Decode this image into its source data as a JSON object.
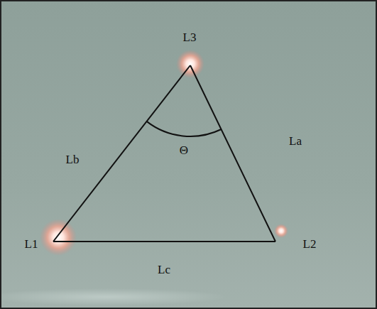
{
  "diagram": {
    "labels": [
      "L3",
      "Lb",
      "Θ",
      "La",
      "L1",
      "L2",
      "Lc"
    ]
  }
}
